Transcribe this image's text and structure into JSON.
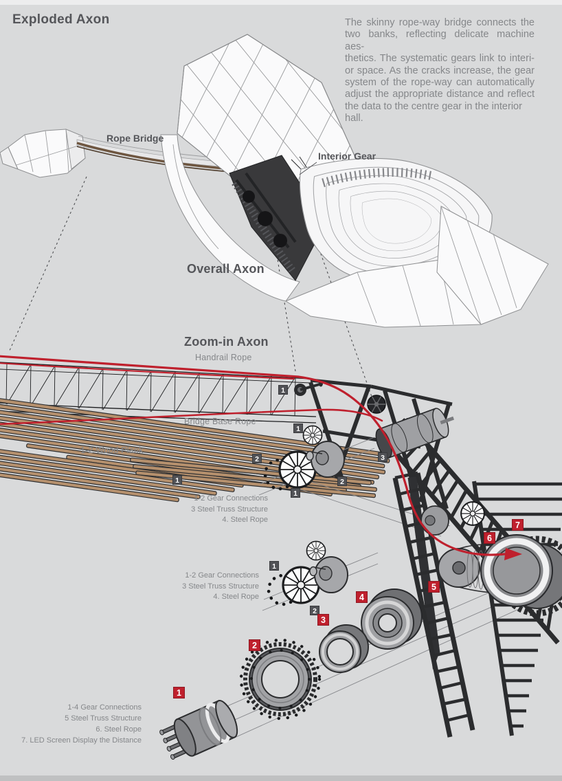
{
  "board": {
    "title": "Exploded Axon",
    "intro_lines": [
      "The skinny rope-way bridge connects the",
      "two banks, reflecting delicate machine aes-",
      "thetics. The systematic gears link to interi-",
      "or space. As the cracks increase, the gear",
      "system of the rope-way can automatically",
      "adjust the appropriate distance and reflect",
      "the data to the centre gear in the interior hall."
    ]
  },
  "overall_axon": {
    "caption": "Overall Axon",
    "labels": {
      "rope_bridge": "Rope Bridge",
      "interior_gear": "Interior Gear"
    }
  },
  "zoom_axon": {
    "caption": "Zoom-in Axon",
    "labels": {
      "handrail_rope": "Handrail Rope",
      "bridge_base_rope": "Bridge Base Rope",
      "wood_plank": "1-2  Wood Plank"
    },
    "callout_upper": {
      "lines": [
        "1-2  Gear Connections",
        "3 Steel Truss Structure",
        "4. Steel Rope"
      ]
    },
    "callout_lower": {
      "lines": [
        "1-2  Gear Connections",
        "3 Steel Truss Structure",
        "4. Steel Rope"
      ]
    },
    "legend": {
      "lines": [
        "1-4  Gear Connections",
        "5 Steel Truss Structure",
        "6. Steel Rope",
        "7. LED Screen Display the Distance"
      ]
    },
    "dark_badges": [
      {
        "label": "1"
      },
      {
        "label": "1"
      },
      {
        "label": "2"
      },
      {
        "label": "1"
      },
      {
        "label": "1"
      },
      {
        "label": "2"
      },
      {
        "label": "3"
      },
      {
        "label": "1"
      },
      {
        "label": "2"
      }
    ],
    "red_badges": [
      {
        "label": "1"
      },
      {
        "label": "2"
      },
      {
        "label": "3"
      },
      {
        "label": "4"
      },
      {
        "label": "5"
      },
      {
        "label": "6"
      },
      {
        "label": "7"
      }
    ]
  },
  "colors": {
    "background": "#d9dadb",
    "accent_red": "#bf202d",
    "badge_dark": "#515256",
    "wood": "#b5906d",
    "rope_brown": "#6e5640",
    "heading_text": "#55565a",
    "body_text": "#85878a"
  }
}
